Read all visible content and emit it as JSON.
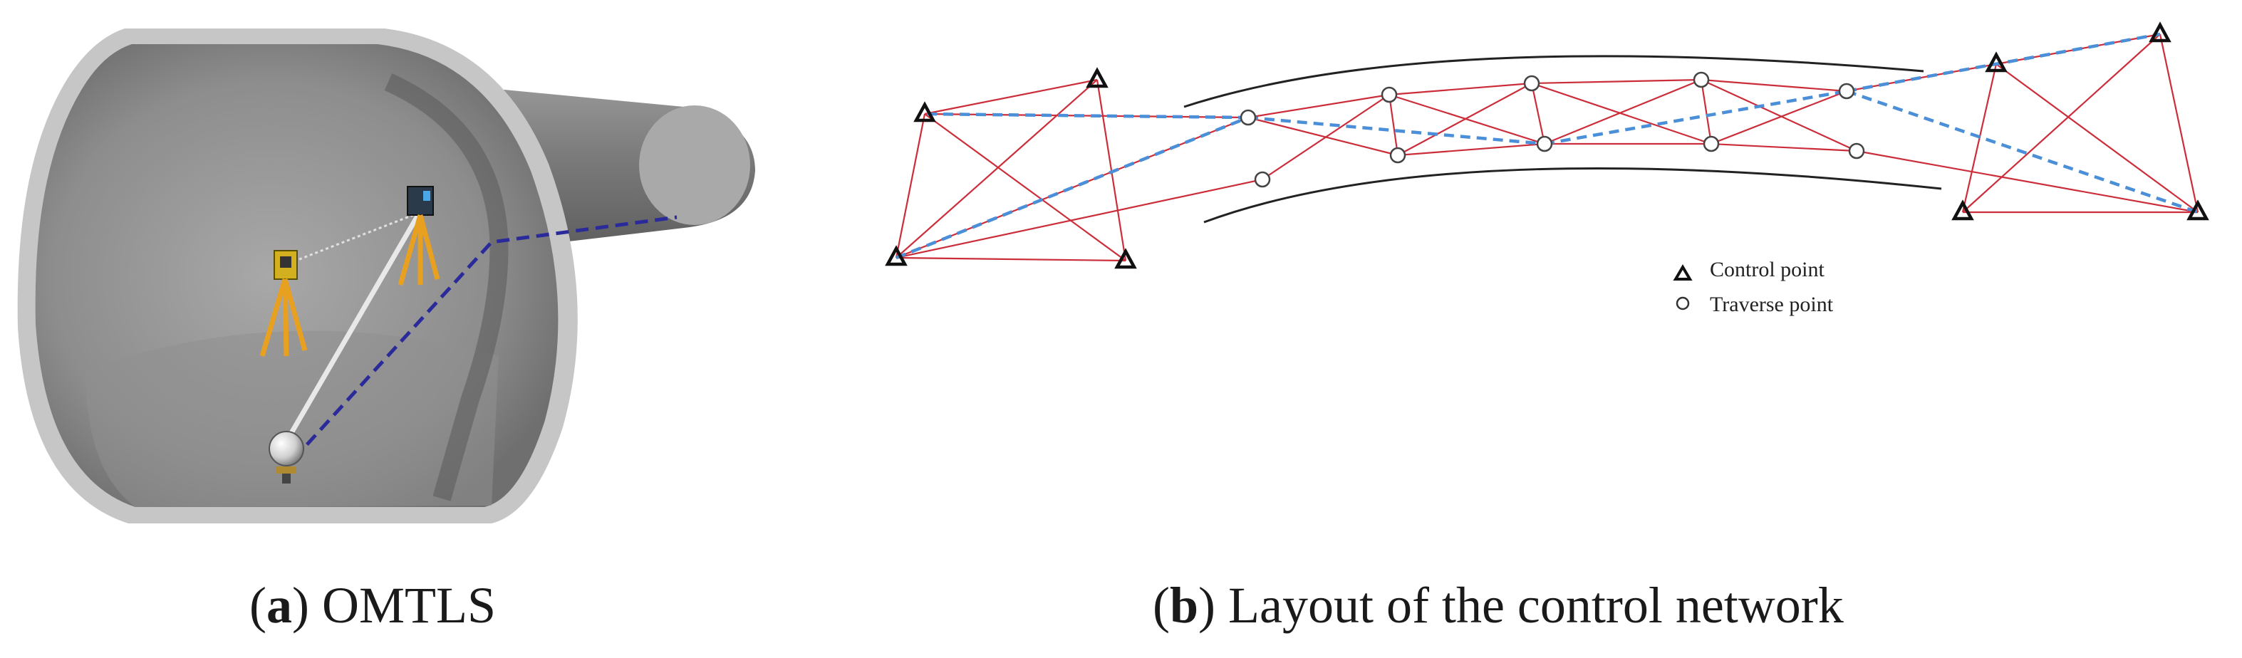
{
  "panel_a": {
    "caption_letter": "a",
    "caption_text": "OMTLS"
  },
  "panel_b": {
    "caption_letter": "b",
    "caption_text": "Layout of the control network",
    "legend": {
      "control_point": "Control point",
      "traverse_point": "Traverse point"
    }
  },
  "colors": {
    "network_lines": "#cc2d3a",
    "traverse_dashed": "#4a8fd8",
    "tunnel_walls": "#222222",
    "tunnel_gray": "#8a8a8a",
    "tunnel_rim": "#c4c4c4",
    "scan_line_dashed": "#2a2a9a",
    "instrument_yellow": "#e8a020"
  },
  "icons": [
    "control-point-triangle-icon",
    "traverse-point-circle-icon",
    "scanner-icon",
    "total-station-icon",
    "target-sphere-icon"
  ]
}
